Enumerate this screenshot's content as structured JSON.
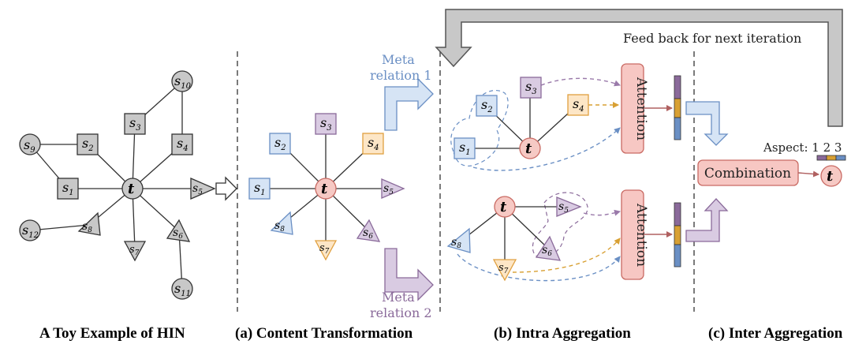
{
  "captions": {
    "toy": "A Toy Example of HIN",
    "a": "(a) Content Transformation",
    "b": "(b) Intra Aggregation",
    "c": "(c) Inter Aggregation"
  },
  "labels": {
    "feedback": "Feed back for next iteration",
    "meta1_line1": "Meta",
    "meta1_line2": "relation 1",
    "meta2_line1": "Meta",
    "meta2_line2": "relation 2",
    "attention_top": "Attention",
    "attention_bottom": "Attention",
    "combination": "Combination",
    "aspect": "Aspect: 1 2 3"
  },
  "nodes": {
    "target": "t",
    "s": "s",
    "idx": [
      "1",
      "2",
      "3",
      "4",
      "5",
      "6",
      "7",
      "8",
      "9",
      "10",
      "11",
      "12"
    ]
  },
  "colors": {
    "gray_fill": "#c8c8c8",
    "blue_fill": "#d6e4f5",
    "blue_stroke": "#6a8fc4",
    "purple_fill": "#d9cbe2",
    "purple_stroke": "#8a6a9a",
    "orange_fill": "#fde6c6",
    "orange_stroke": "#e0a040",
    "target_fill": "#f6c9c4",
    "target_stroke": "#c96a63",
    "attention_fill": "#f7c7c3",
    "vec_purple": "#8a6a9a",
    "vec_orange": "#d8a033",
    "vec_blue": "#6a8fc4"
  }
}
